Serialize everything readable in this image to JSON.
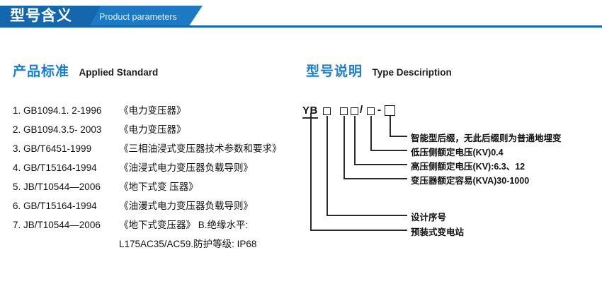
{
  "header": {
    "title_cn": "型号含义",
    "title_en": "Product parameters"
  },
  "left_section": {
    "heading_cn": "产品标准",
    "heading_en": "Applied Standard",
    "items": [
      {
        "code": "1. GB1094.1. 2-1996",
        "name": "《电力变压器》"
      },
      {
        "code": "2. GB1094.3.5- 2003",
        "name": "《电力变压器》"
      },
      {
        "code": "3. GB/T6451-1999",
        "name": "《三相油浸式变压器技术参数和要求》"
      },
      {
        "code": "4. GB/T15164-1994",
        "name": "《油浸式电力变压器负载导则》"
      },
      {
        "code": "5. JB/T10544—2006",
        "name": "《地下式变 压器》"
      },
      {
        "code": "6. GB/T15164-1994",
        "name": "《油漫式电力变压器负载导则》"
      },
      {
        "code": "7. JB/T10544—2006",
        "name": "《地下式变压器》 B.绝缘水平:"
      }
    ],
    "continuation": "L175AC35/AC59.防护等级: IP68"
  },
  "right_section": {
    "heading_cn": "型号说明",
    "heading_en": "Type Desciription",
    "code_prefix": "YB",
    "code_separator_slash": "/",
    "code_separator_dash": "-",
    "callouts": [
      {
        "label": "智能型后缀，无此后缀则为普通地埋变"
      },
      {
        "label": "低压侧额定电压(KV)0.4"
      },
      {
        "label": "高压侧额定电压(KV):6.3、12"
      },
      {
        "label": "变压器额定容易(KVA)30-1000"
      },
      {
        "label": "设计序号"
      },
      {
        "label": "预装式变电站"
      }
    ]
  },
  "colors": {
    "band_dark": "#1466ad",
    "band_light": "#1d79c4",
    "heading_blue": "#1a7fd4",
    "text_black": "#111111",
    "line_gray": "#2b2b2b"
  }
}
